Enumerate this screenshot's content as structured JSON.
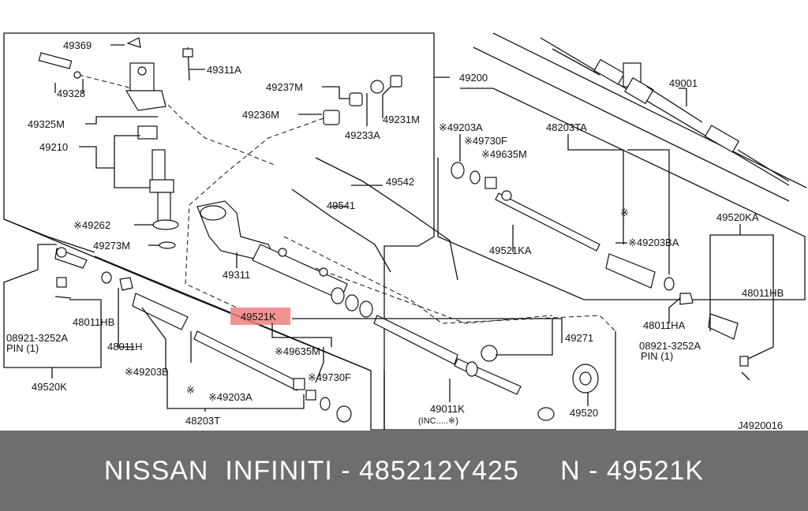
{
  "labels": {
    "p49369": "49369",
    "p49311a": "49311A",
    "p49328": "49328",
    "p49325m": "49325M",
    "p49210": "49210",
    "p49262": "※49262",
    "p49273m": "49273M",
    "p49237m": "49237M",
    "p49236m": "49236M",
    "p49233a": "49233A",
    "p49231m": "49231M",
    "p49200": "49200",
    "p49001": "49001",
    "p49203a_r": "※49203A",
    "p49730f_r": "※49730F",
    "p49635m_r": "※49635M",
    "p48203ta": "48203TA",
    "p49542": "49542",
    "p49541": "49541",
    "p49311": "49311",
    "p49521ka": "49521KA",
    "p49203ba": "※49203BA",
    "p49520ka": "49520KA",
    "p48011hb_r": "48011HB",
    "p48011ha": "48011HA",
    "p08921_r": "08921-3252A",
    "pin_r": "PIN (1)",
    "p49521k": "49521K",
    "p49271": "49271",
    "p49635m_l": "※49635M",
    "p49730f_l": "※49730F",
    "p49011k": "49011K",
    "inc": "(INC.....※)",
    "p49520": "49520",
    "p48011hb_l": "48011HB",
    "p08921_l": "08921-3252A",
    "pin_l": "PIN (1)",
    "p48011h": "48011H",
    "p49520k": "49520K",
    "p49203b": "※49203B",
    "p49203a_l": "※49203A",
    "p48203t": "48203T",
    "mark1": "※",
    "mark2": "※",
    "diagram_code": "J4920016"
  },
  "footer": {
    "text": "NISSAN  INFINITI - 485212Y425     N - 49521K"
  },
  "highlight_color": "#f08080"
}
